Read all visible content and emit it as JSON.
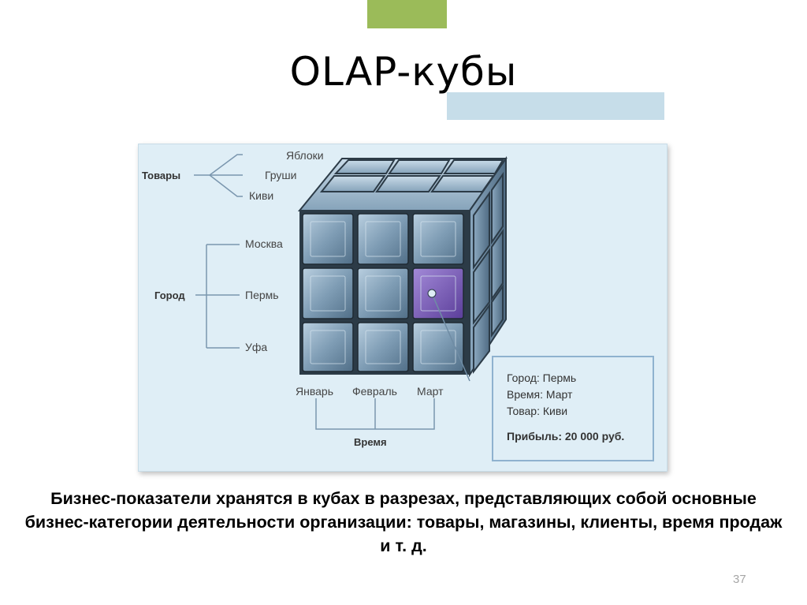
{
  "slide": {
    "title": "OLAP-кубы",
    "caption": "Бизнес-показатели хранятся в кубах в разрезах, представляющих собой основные бизнес-категории деятельности организации: товары, магазины, клиенты, время продаж и т. д.",
    "page_number": "37"
  },
  "diagram": {
    "goods": {
      "label": "Товары",
      "items": [
        "Яблоки",
        "Груши",
        "Киви"
      ]
    },
    "city": {
      "label": "Город",
      "items": [
        "Москва",
        "Пермь",
        "Уфа"
      ]
    },
    "time": {
      "label": "Время",
      "items": [
        "Январь",
        "Февраль",
        "Март"
      ]
    },
    "info": {
      "city_line": "Город: Пермь",
      "time_line": "Время: Март",
      "goods_line": "Товар: Киви",
      "profit_line": "Прибыль: 20 000 руб."
    },
    "highlight_color": "#7a5bb8",
    "cube_color": "#7f9db5"
  }
}
